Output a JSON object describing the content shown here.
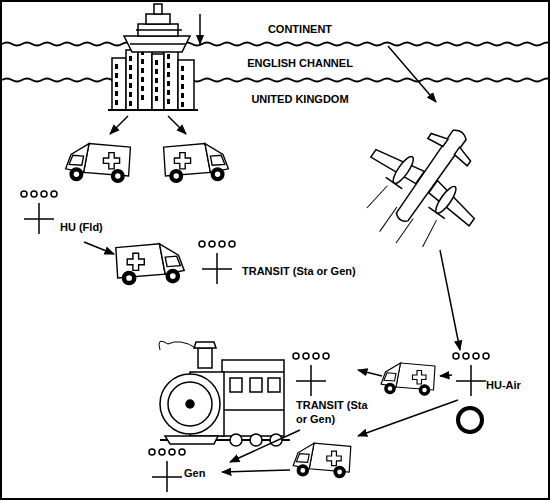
{
  "diagram": {
    "labels": [
      "CONTINENT",
      "ENGLISH CHANNEL",
      "UNITED KINGDOM",
      "HU (Fld)",
      "TRANSIT (Sta or Gen)",
      "HU-Air",
      "TRANSIT (Sta or Gen)",
      "Gen"
    ]
  }
}
